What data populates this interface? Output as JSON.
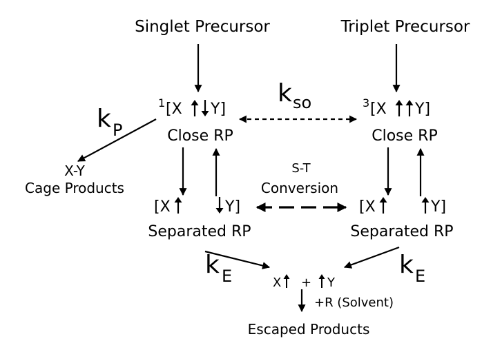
{
  "colors": {
    "background": "#ffffff",
    "ink": "#000000"
  },
  "top": {
    "singlet_precursor": "Singlet Precursor",
    "triplet_precursor": "Triplet Precursor"
  },
  "singlet_close": {
    "multiplicity": "1",
    "formula_open": "[X",
    "spin_1": "up",
    "spin_2": "down",
    "formula_close": "Y]",
    "label": "Close RP"
  },
  "triplet_close": {
    "multiplicity": "3",
    "formula_open": "[X",
    "spin_1": "up",
    "spin_2": "up",
    "formula_close": "Y]",
    "label": "Close RP"
  },
  "rate_constants": {
    "kso_main": "k",
    "kso_sub": "so",
    "kp_main": "k",
    "kp_sub": "P",
    "ke_main": "k",
    "ke_sub": "E"
  },
  "cage": {
    "formula": "X-Y",
    "label": "Cage Products"
  },
  "st_conversion": {
    "line1": "S-T",
    "line2": "Conversion"
  },
  "singlet_separated": {
    "left": "[X",
    "left_spin": "up",
    "right_spin": "down",
    "right": "Y]",
    "label": "Separated RP"
  },
  "triplet_separated": {
    "left": "[X",
    "left_spin": "up",
    "right_spin": "up",
    "right": "Y]",
    "label": "Separated RP"
  },
  "escape": {
    "x": "X",
    "plus": "+",
    "y": "Y",
    "solvent": "+R (Solvent)",
    "label": "Escaped Products"
  }
}
